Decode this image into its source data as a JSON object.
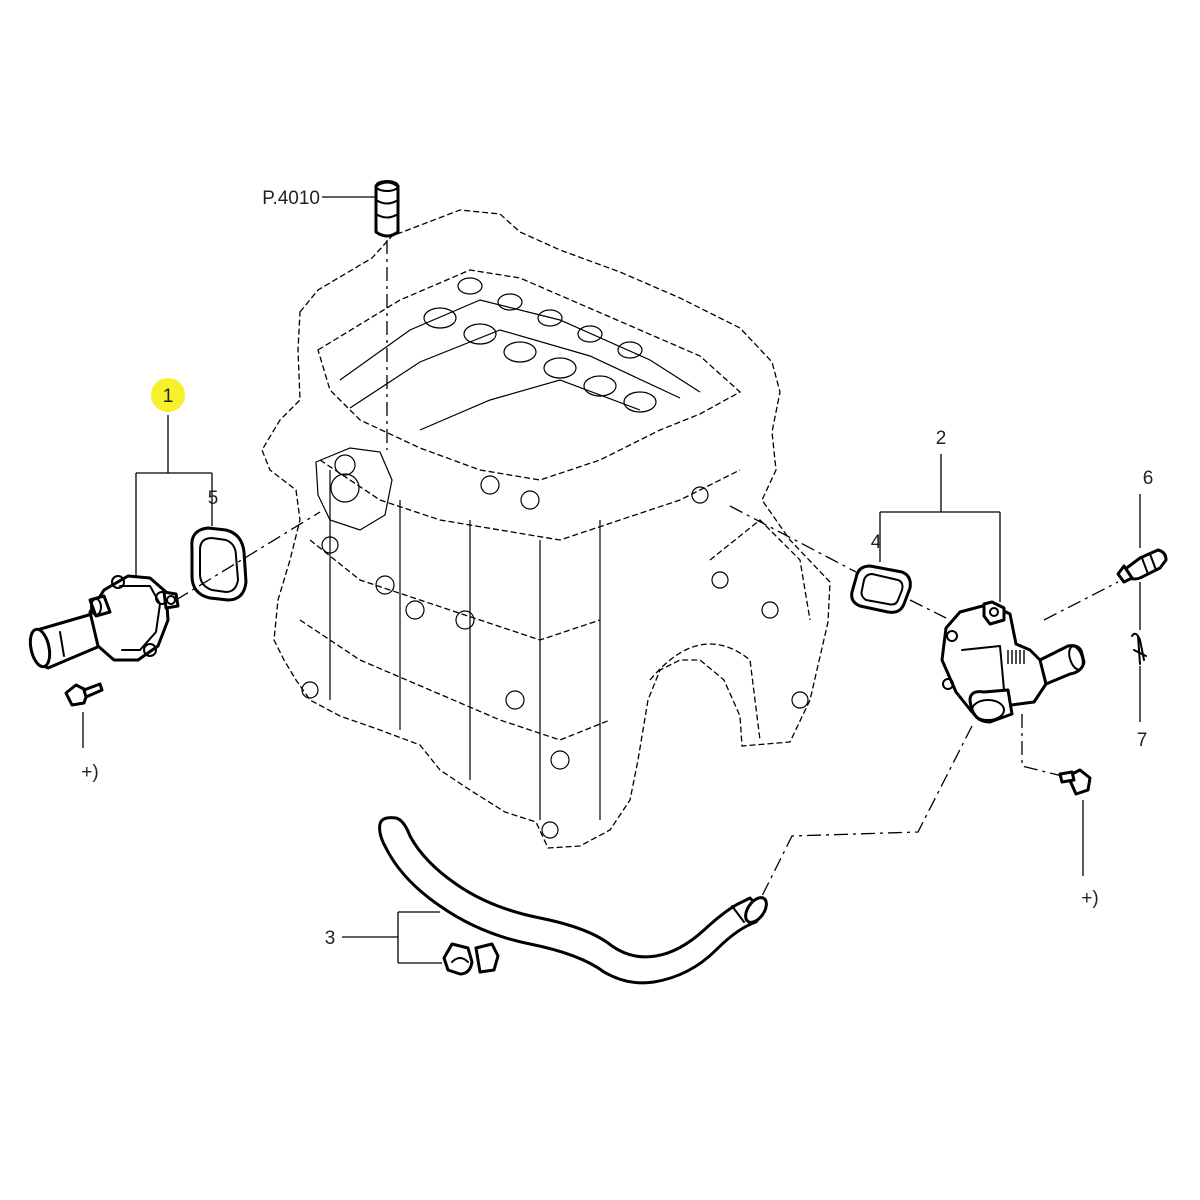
{
  "callouts": {
    "part_1": "1",
    "part_2": "2",
    "part_3": "3",
    "part_4": "4",
    "part_5": "5",
    "part_6": "6",
    "part_7": "7",
    "page_ref": "P.4010",
    "fastener_left": "+)",
    "fastener_right": "+)"
  },
  "colors": {
    "highlight": "#f7f02a",
    "line": "#000000",
    "text": "#222222"
  }
}
